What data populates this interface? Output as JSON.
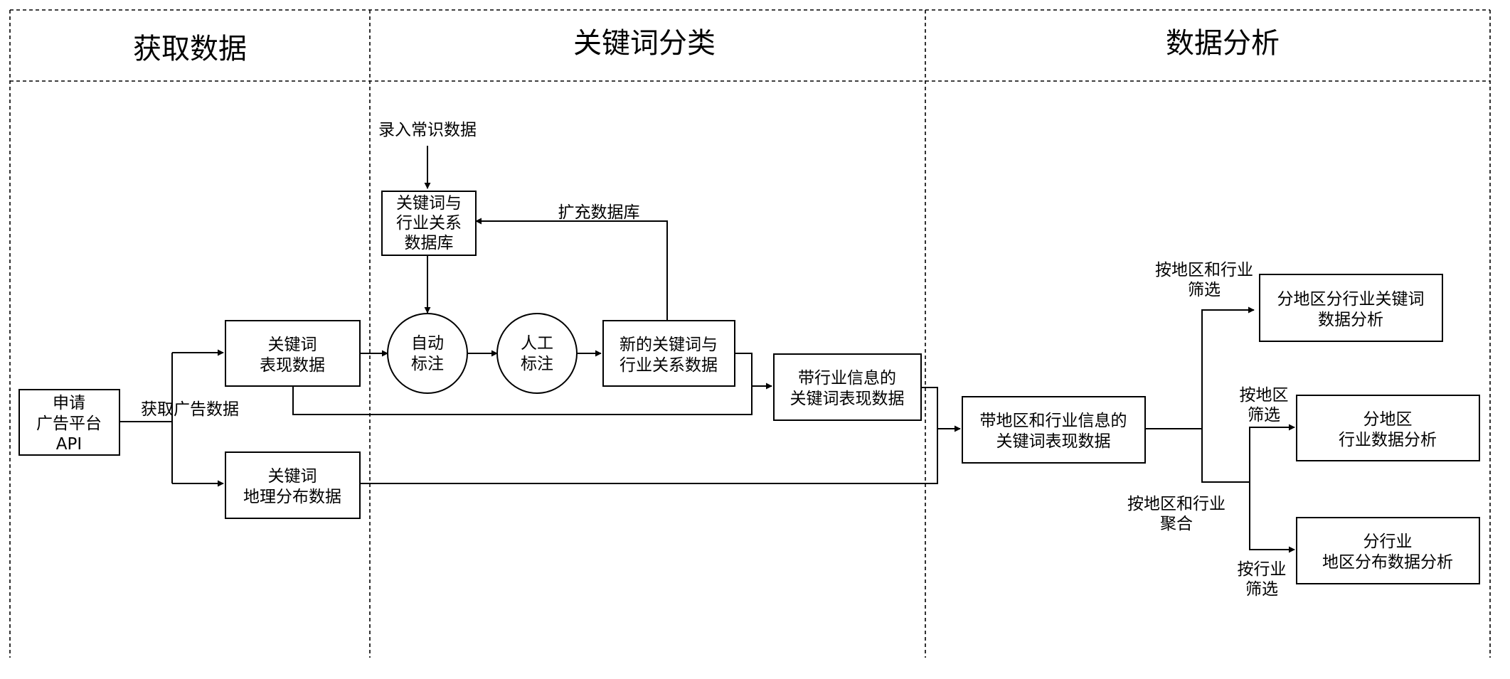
{
  "lanes": {
    "acquire": "获取数据",
    "classify": "关键词分类",
    "analyze": "数据分析"
  },
  "nodes": {
    "apply_api": [
      "申请",
      "广告平台",
      "API"
    ],
    "kw_perf": [
      "关键词",
      "表现数据"
    ],
    "kw_geo": [
      "关键词",
      "地理分布数据"
    ],
    "kw_industry_db": [
      "关键词与",
      "行业关系",
      "数据库"
    ],
    "auto_label": [
      "自动",
      "标注"
    ],
    "manual_label": [
      "人工",
      "标注"
    ],
    "new_kw_industry": [
      "新的关键词与",
      "行业关系数据"
    ],
    "kw_perf_with_industry": [
      "带行业信息的",
      "关键词表现数据"
    ],
    "kw_perf_with_region_industry": [
      "带地区和行业信息的",
      "关键词表现数据"
    ],
    "region_industry_kw_analysis": [
      "分地区分行业关键词",
      "数据分析"
    ],
    "region_industry_analysis": [
      "分地区",
      "行业数据分析"
    ],
    "industry_region_analysis": [
      "分行业",
      "地区分布数据分析"
    ]
  },
  "labels": {
    "get_ad_data": [
      "获取广告数据"
    ],
    "input_common_data": [
      "录入常识数据"
    ],
    "expand_db": [
      "扩充数据库"
    ],
    "filter_region_industry": [
      "按地区和行业",
      "筛选"
    ],
    "filter_region": [
      "按地区",
      "筛选"
    ],
    "aggregate_region_industry": [
      "按地区和行业",
      "聚合"
    ],
    "filter_industry": [
      "按行业",
      "筛选"
    ]
  }
}
